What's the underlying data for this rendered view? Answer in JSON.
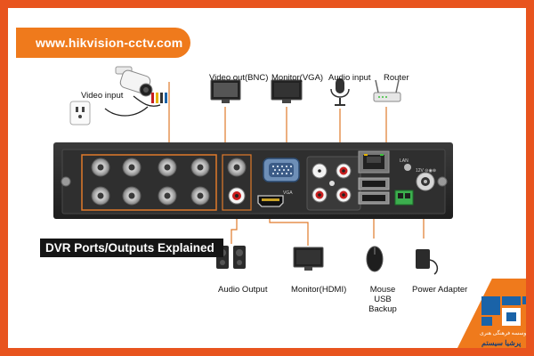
{
  "banner": {
    "url": "www.hikvision-cctv.com"
  },
  "title": "DVR Ports/Outputs Explained",
  "labels": {
    "video_input": "Video input",
    "video_out": "Video out(BNC)",
    "monitor_vga": "Monitor(VGA)",
    "audio_input": "Audio input",
    "router": "Router",
    "audio_output": "Audio Output",
    "monitor_hdmi": "Monitor(HDMI)",
    "mouse_usb": "Mouse USB\nBackup",
    "power_adapter": "Power Adapter"
  },
  "panel_text": {
    "vga": "VGA",
    "lan": "LAN",
    "power": "12V ⊝◉⊕"
  },
  "brand": {
    "line1": "موسسه فرهنگی هنری",
    "line2": "پرشیا سیستم"
  },
  "colors": {
    "accent_orange": "#ef7a1c",
    "frame_orange": "#e8541e",
    "callout": "#e07a2a",
    "panel_dark": "#2b2b2b",
    "brand_blue": "#1a63a8"
  }
}
